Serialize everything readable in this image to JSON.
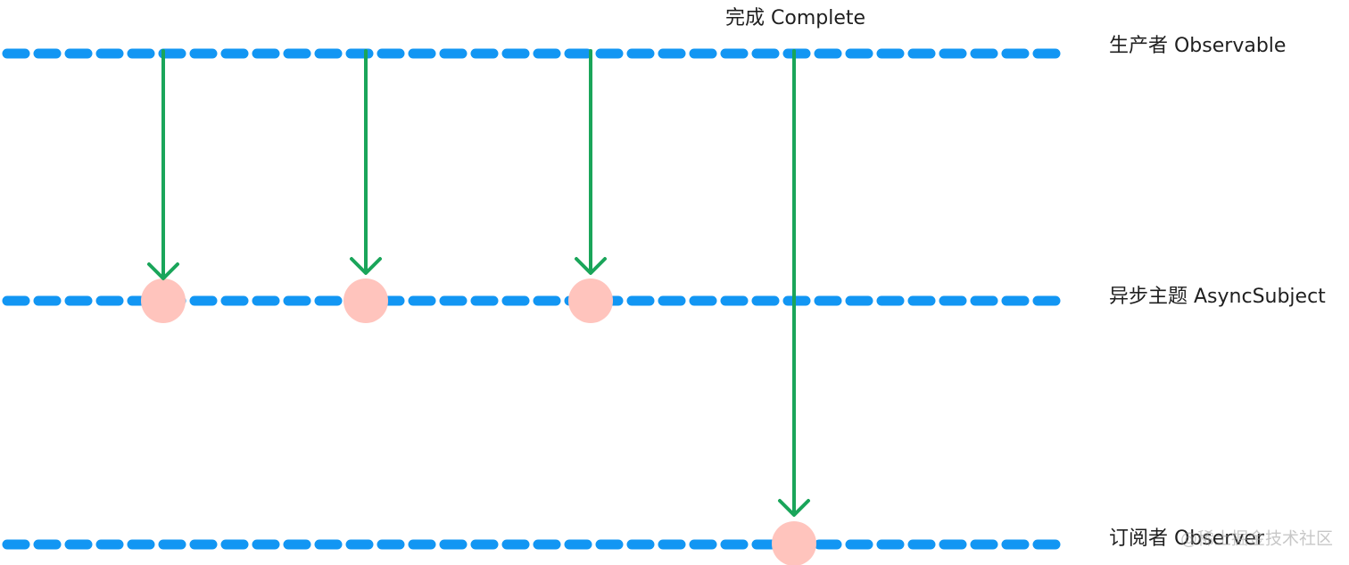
{
  "labels": {
    "producer": "生产者 Observable",
    "subject": "异步主题 AsyncSubject",
    "observer": "订阅者 Observer",
    "complete": "完成 Complete"
  },
  "watermark": "@稀土掘金技术社区",
  "colors": {
    "timeline": "#1296f3",
    "arrow": "#1aa55a",
    "event_dot": "#ffc4bd",
    "text": "#1f1f1f"
  }
}
